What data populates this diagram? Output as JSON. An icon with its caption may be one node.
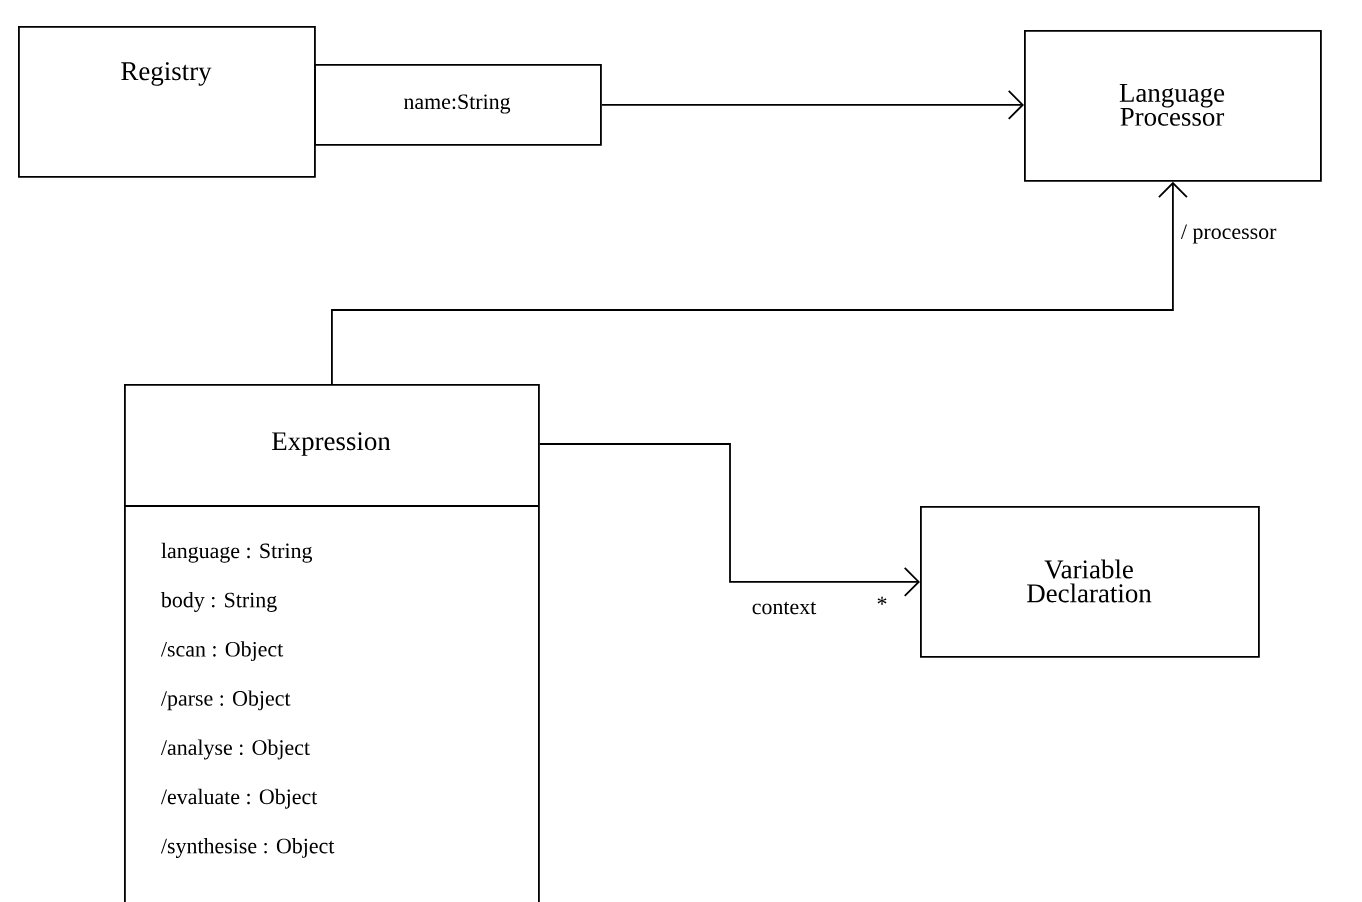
{
  "diagram": {
    "nodes": [
      {
        "text": [
          "Registry"
        ]
      },
      {
        "text": [
          "name:String"
        ]
      },
      {
        "text": [
          "Language Processor"
        ]
      },
      {
        "text": [
          "Expression",
          "language : String",
          "body : String",
          "/scan : Object",
          "/parse : Object",
          "/analyse : Object",
          "/evaluate : Object",
          "/synthesise : Object"
        ]
      },
      {
        "text": [
          "Variable Declaration"
        ]
      }
    ],
    "edges": [
      {
        "from": 1,
        "to": 2,
        "arrow": "to"
      },
      {
        "from": 3,
        "to": 2,
        "arrow": "to",
        "label": "/ processor"
      },
      {
        "from": 3,
        "to": 4,
        "arrow": "to",
        "label": "context"
      }
    ],
    "labels": [
      "*"
    ]
  }
}
